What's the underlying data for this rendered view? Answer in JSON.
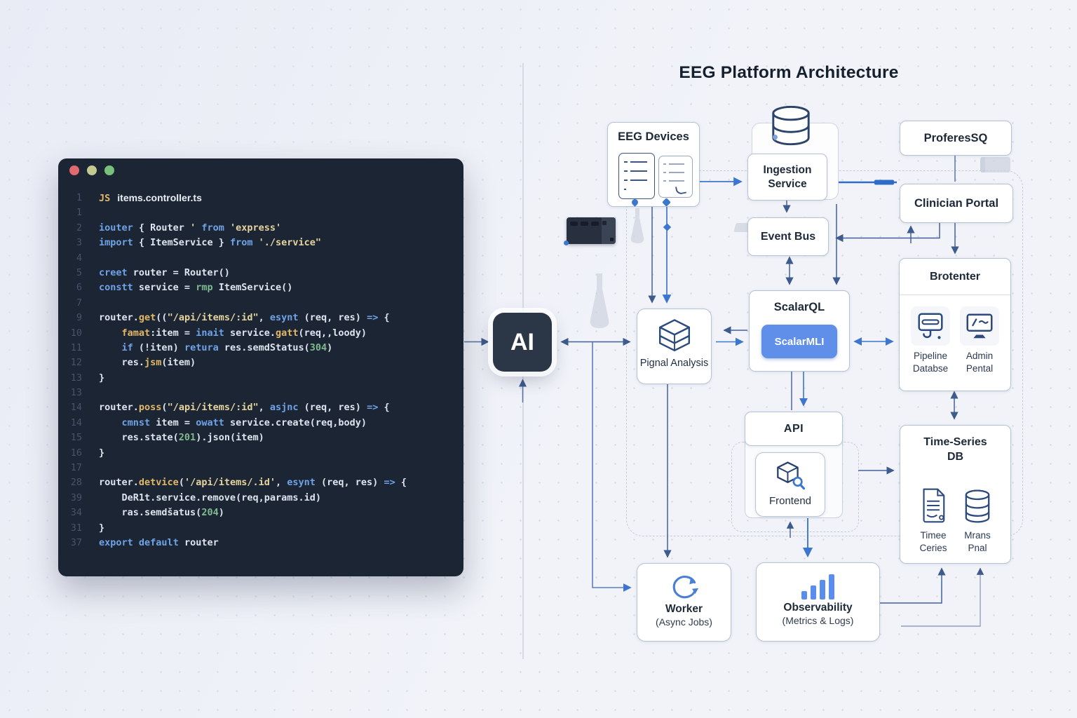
{
  "editor": {
    "window_controls": [
      {
        "name": "close"
      },
      {
        "name": "minimize"
      },
      {
        "name": "zoom"
      }
    ],
    "file_badge": "JS",
    "file_name": "items.controller.ts",
    "lines": [
      {
        "n": "1",
        "badge": true
      },
      {
        "n": "1",
        "t": []
      },
      {
        "n": "2",
        "t": [
          [
            "kw",
            "iouter"
          ],
          [
            "pl",
            " { Router "
          ],
          [
            "str",
            "' "
          ],
          [
            "kw",
            "from"
          ],
          [
            "pl",
            " "
          ],
          [
            "str",
            "'express'"
          ]
        ]
      },
      {
        "n": "3",
        "t": [
          [
            "kw",
            "import"
          ],
          [
            "pl",
            " { ItemService } "
          ],
          [
            "kw",
            "from"
          ],
          [
            "pl",
            " "
          ],
          [
            "str",
            "'./service\""
          ]
        ]
      },
      {
        "n": "4",
        "t": []
      },
      {
        "n": "5",
        "t": [
          [
            "kw",
            "creet"
          ],
          [
            "pl",
            " router = Router()"
          ]
        ]
      },
      {
        "n": "6",
        "t": [
          [
            "kw",
            "constt"
          ],
          [
            "pl",
            " service = "
          ],
          [
            "num",
            "rmp"
          ],
          [
            "pl",
            " ItemService()"
          ]
        ]
      },
      {
        "n": "7",
        "t": []
      },
      {
        "n": "9",
        "t": [
          [
            "pl",
            "router."
          ],
          [
            "fn",
            "get"
          ],
          [
            "pl",
            "(("
          ],
          [
            "str",
            "\"/api/items/:id\""
          ],
          [
            "pl",
            ", "
          ],
          [
            "kw",
            "esynt"
          ],
          [
            "pl",
            " (req, res) "
          ],
          [
            "kw",
            "=>"
          ],
          [
            "pl",
            " {"
          ]
        ]
      },
      {
        "n": "10",
        "t": [
          [
            "pl",
            "    "
          ],
          [
            "fn",
            "famat"
          ],
          [
            "pl",
            ":item = "
          ],
          [
            "kw",
            "inait"
          ],
          [
            "pl",
            " service."
          ],
          [
            "fn",
            "gatt"
          ],
          [
            "pl",
            "(req,,loody)"
          ]
        ]
      },
      {
        "n": "11",
        "t": [
          [
            "pl",
            "    "
          ],
          [
            "kw",
            "if"
          ],
          [
            "pl",
            " (!iten) "
          ],
          [
            "kw",
            "retura"
          ],
          [
            "pl",
            " res.semdStatus("
          ],
          [
            "num",
            "304"
          ],
          [
            "pl",
            ")"
          ]
        ]
      },
      {
        "n": "12",
        "t": [
          [
            "pl",
            "    res."
          ],
          [
            "fn",
            "jsm"
          ],
          [
            "pl",
            "(item)"
          ]
        ]
      },
      {
        "n": "13",
        "t": [
          [
            "pl",
            "}"
          ]
        ]
      },
      {
        "n": "13",
        "t": []
      },
      {
        "n": "14",
        "t": [
          [
            "pl",
            "router."
          ],
          [
            "fn",
            "poss"
          ],
          [
            "pl",
            "("
          ],
          [
            "str",
            "\"/api/items/:id\""
          ],
          [
            "pl",
            ", "
          ],
          [
            "kw",
            "asjnc"
          ],
          [
            "pl",
            " (req, res) "
          ],
          [
            "kw",
            "=>"
          ],
          [
            "pl",
            " {"
          ]
        ]
      },
      {
        "n": "14",
        "t": [
          [
            "pl",
            "    "
          ],
          [
            "kw",
            "cmnst"
          ],
          [
            "pl",
            " item = "
          ],
          [
            "kw",
            "owatt"
          ],
          [
            "pl",
            " service.create(req,body)"
          ]
        ]
      },
      {
        "n": "15",
        "t": [
          [
            "pl",
            "    res.state("
          ],
          [
            "num",
            "201"
          ],
          [
            "pl",
            ").json(item)"
          ]
        ]
      },
      {
        "n": "16",
        "t": [
          [
            "pl",
            "}"
          ]
        ]
      },
      {
        "n": "17",
        "t": []
      },
      {
        "n": "28",
        "t": [
          [
            "pl",
            "router."
          ],
          [
            "fn",
            "detvice"
          ],
          [
            "pl",
            "("
          ],
          [
            "str",
            "'/api/items/.id'"
          ],
          [
            "pl",
            ", "
          ],
          [
            "kw",
            "esynt"
          ],
          [
            "pl",
            " (req, res) "
          ],
          [
            "kw",
            "=>"
          ],
          [
            "pl",
            " {"
          ]
        ]
      },
      {
        "n": "39",
        "t": [
          [
            "pl",
            "    DeR1t.service.remove(req,params.id)"
          ]
        ]
      },
      {
        "n": "34",
        "t": [
          [
            "pl",
            "    ras.semdšatus("
          ],
          [
            "num",
            "204"
          ],
          [
            "pl",
            ")"
          ]
        ]
      },
      {
        "n": "31",
        "t": [
          [
            "pl",
            "}"
          ]
        ]
      },
      {
        "n": "37",
        "t": [
          [
            "kw",
            "export"
          ],
          [
            "pl",
            " "
          ],
          [
            "kw",
            "default"
          ],
          [
            "pl",
            " router"
          ]
        ]
      }
    ]
  },
  "center": {
    "ai_label": "AI"
  },
  "diagram": {
    "title": "EEG Platform Architecture",
    "eeg_devices": "EEG Devices",
    "ingestion_service": "Ingestion Service",
    "event_bus": "Event Bus",
    "scalarql_title": "ScalarQL",
    "scalarml_button": "ScalarMLI",
    "signal_analysis": "Pignal Analysis",
    "api": "API",
    "frontend": "Frontend",
    "postgres": "ProferesSQ",
    "clinician_portal": "Clinician Portal",
    "browser_title": "Brotenter",
    "browser_items": [
      {
        "label": "Pipeline Databse"
      },
      {
        "label": "Admin Pental"
      }
    ],
    "tsdb_title": "Time-Series DB",
    "tsdb_items": [
      {
        "label": "Timee Ceries"
      },
      {
        "label": "Mrans Pnal"
      }
    ],
    "worker_title": "Worker",
    "worker_sub": "(Async Jobs)",
    "observability_title": "Observability",
    "observability_sub": "(Metrics & Logs)"
  },
  "colors": {
    "accent_blue": "#3d76cf",
    "navy_line": "#3e5b8d",
    "button_blue": "#5f8fe8",
    "editor_bg": "#1c2533",
    "ingestion_link_blue": "#2f6cc5"
  }
}
